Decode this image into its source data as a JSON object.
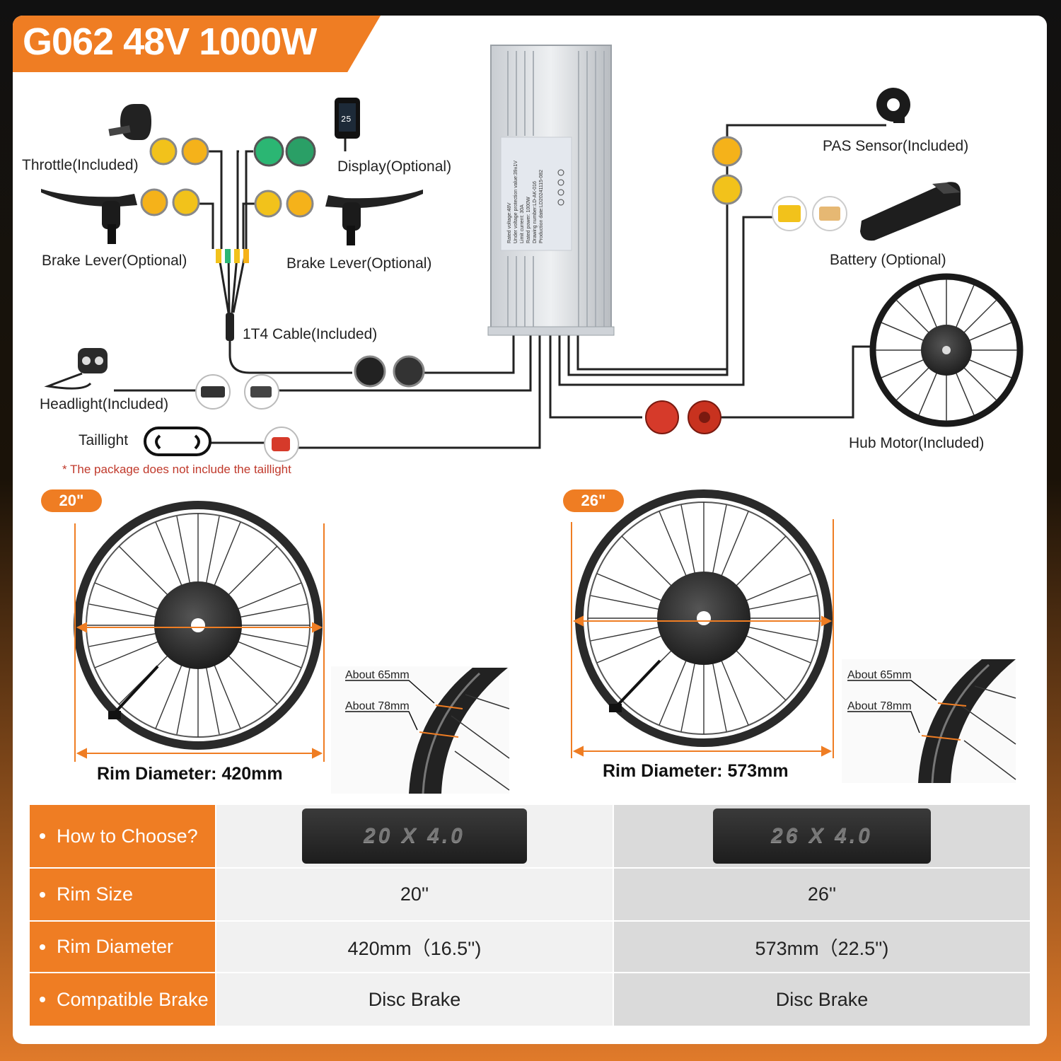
{
  "title": "G062 48V 1000W",
  "controller_label": {
    "l1": "Rated voltage:48V",
    "l2": "Under voltage protection value:39±1V",
    "l3": "Limit current: 30A",
    "l4": "Rated power: 1000W",
    "l5": "Drawing number:LD-AK-016",
    "l6": "Production date:LD20241115-082"
  },
  "components": {
    "throttle": "Throttle(Included)",
    "display": "Display(Optional)",
    "brake_left": "Brake Lever(Optional)",
    "brake_right": "Brake Lever(Optional)",
    "cable": "1T4 Cable(Included)",
    "headlight": "Headlight(Included)",
    "taillight": "Taillight",
    "taillight_note": "* The package does not include the taillight",
    "pas": "PAS Sensor(Included)",
    "battery": "Battery (Optional)",
    "hub_motor": "Hub Motor(Included)"
  },
  "wheels": [
    {
      "size_badge": "20\"",
      "rim_caption": "Rim Diameter: 420mm",
      "width_outer": "About 65mm",
      "width_inner": "About 78mm"
    },
    {
      "size_badge": "26\"",
      "rim_caption": "Rim Diameter: 573mm",
      "width_outer": "About 65mm",
      "width_inner": "About 78mm"
    }
  ],
  "comparison_table": {
    "rows": [
      {
        "header": "How to Choose?",
        "col1": "20 X 4.0",
        "col2": "26 X 4.0"
      },
      {
        "header": "Rim Size",
        "col1": "20''",
        "col2": "26''"
      },
      {
        "header": "Rim Diameter",
        "col1": "420mm（16.5'')",
        "col2": "573mm（22.5'')"
      },
      {
        "header": "Compatible Brake",
        "col1": "Disc Brake",
        "col2": "Disc Brake"
      }
    ]
  },
  "colors": {
    "accent": "#ef7d23",
    "connector_yellow": "#f2c21b",
    "connector_green": "#2bb673",
    "connector_red": "#d63a2a"
  }
}
